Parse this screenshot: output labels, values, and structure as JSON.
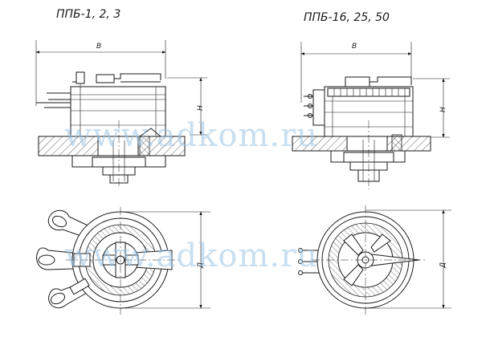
{
  "left_view": {
    "title": "ППБ-1, 2, 3",
    "dim_width": "В",
    "dim_height": "Н",
    "dim_diameter": "Д"
  },
  "right_view": {
    "title": "ППБ-16, 25, 50",
    "dim_width": "В",
    "dim_height": "Н",
    "dim_diameter": "Д"
  },
  "watermark": "www.adkom.ru",
  "colors": {
    "ink": "#1a1a1a",
    "watermark": "#9cc6e6",
    "background": "#ffffff"
  }
}
